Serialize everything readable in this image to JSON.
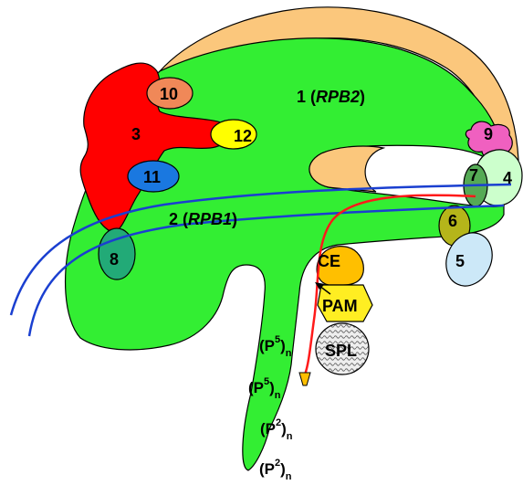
{
  "labels": {
    "rpb2_num": "1 (",
    "rpb2_name": "RPB2",
    "rpb2_close": ")",
    "rpb1_num": "2 (",
    "rpb1_name": "RPB1",
    "rpb1_close": ")",
    "sub3": "3",
    "sub4": "4",
    "sub5": "5",
    "sub6": "6",
    "sub7": "7",
    "sub8": "8",
    "sub9": "9",
    "sub10": "10",
    "sub11": "11",
    "sub12": "12",
    "ce": "CE",
    "pam": "PAM",
    "spl": "SPL"
  },
  "ctd_tail": [
    {
      "open": "(P",
      "sup": "5",
      "close": ")",
      "sub": "n"
    },
    {
      "open": "(P",
      "sup": "5",
      "close": ")",
      "sub": "n"
    },
    {
      "open": "(P",
      "sup": "2",
      "close": ")",
      "sub": "n"
    },
    {
      "open": "(P",
      "sup": "2",
      "close": ")",
      "sub": "n"
    }
  ],
  "colors": {
    "rpb2_body": "#33ee33",
    "rpb2_back": "#fbc77c",
    "sub3": "#ff0000",
    "sub4": "#ccffcc",
    "sub5": "#cce8f8",
    "sub6": "#b5b51a",
    "sub7": "#55aa55",
    "sub8": "#22aa77",
    "sub9": "#f060c0",
    "sub10": "#f08858",
    "sub11": "#1a78e0",
    "sub12": "#ffff00",
    "ce": "#ffbf00",
    "pam": "#ffee22",
    "dna": "#1a3fd0",
    "rna": "#ff1a1a"
  }
}
